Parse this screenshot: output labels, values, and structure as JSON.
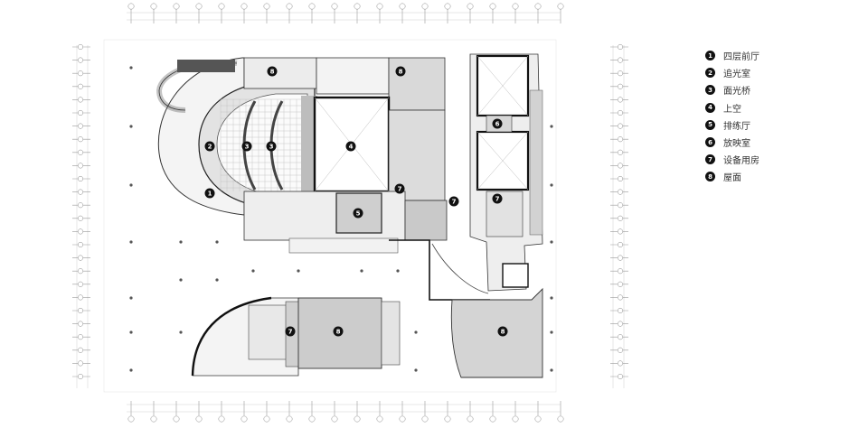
{
  "legend": [
    {
      "num": "1",
      "label": "四层前厅"
    },
    {
      "num": "2",
      "label": "追光室"
    },
    {
      "num": "3",
      "label": "面光桥"
    },
    {
      "num": "4",
      "label": "上空"
    },
    {
      "num": "5",
      "label": "排练厅"
    },
    {
      "num": "6",
      "label": "放映室"
    },
    {
      "num": "7",
      "label": "设备用房"
    },
    {
      "num": "8",
      "label": "屋面"
    }
  ],
  "plan_markers": [
    "1",
    "2",
    "3",
    "3",
    "4",
    "5",
    "6",
    "7",
    "7",
    "7",
    "7",
    "8",
    "8",
    "8",
    "8"
  ],
  "colors": {
    "line": "#222222",
    "fill_gray": "#d9d9d9",
    "fill_light": "#ececec",
    "grid": "#c8c8c8",
    "marker": "#111111"
  }
}
